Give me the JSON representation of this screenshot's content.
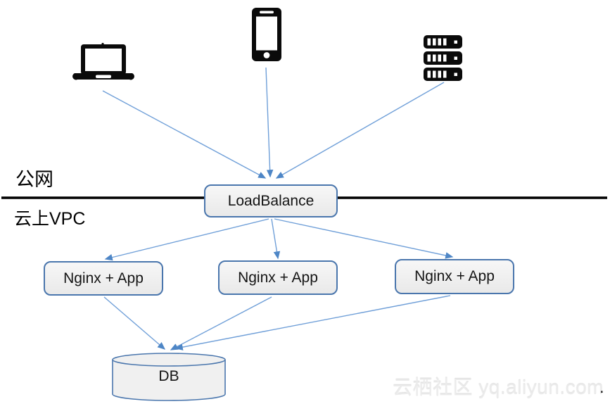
{
  "labels": {
    "public_net": "公网",
    "vpc": "云上VPC"
  },
  "nodes": {
    "load_balancer": {
      "label": "LoadBalance"
    },
    "app_servers": [
      {
        "label": "Nginx + App"
      },
      {
        "label": "Nginx + App"
      },
      {
        "label": "Nginx + App"
      }
    ],
    "database": {
      "label": "DB"
    }
  },
  "devices": [
    {
      "icon": "laptop-icon"
    },
    {
      "icon": "phone-icon"
    },
    {
      "icon": "server-rack-icon"
    }
  ],
  "watermark": {
    "text": "云栖社区 yq.aliyun.com",
    "period": "."
  },
  "colors": {
    "connector": "#6f9fd8",
    "arrowhead": "#4e86c6",
    "node_border": "#4a76ad",
    "node_fill": "#f0f0f0",
    "divider": "#000000",
    "watermark": "#ebebeb"
  }
}
